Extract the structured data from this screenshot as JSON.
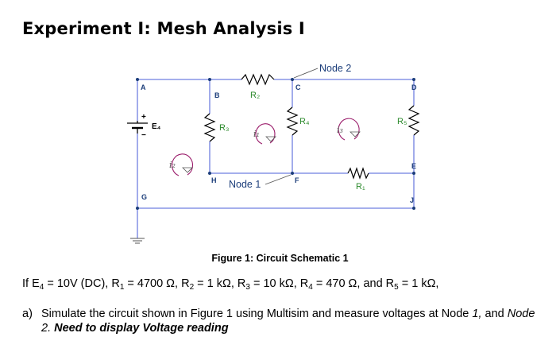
{
  "page": {
    "title": "Experiment I: Mesh Analysis I"
  },
  "diagram": {
    "node_labels": {
      "node2": "Node 2",
      "node1": "Node 1"
    },
    "point_labels": {
      "A": "A",
      "B": "B",
      "C": "C",
      "D": "D",
      "E": "E",
      "F": "F",
      "G": "G",
      "H": "H",
      "J": "J"
    },
    "resistors": {
      "R1": "R₁",
      "R2": "R₂",
      "R3": "R₃",
      "R4": "R₄",
      "R5": "R₅"
    },
    "source": {
      "label": "E₄",
      "plus": "+",
      "minus": "−"
    },
    "mesh_currents": {
      "i1": "i₁",
      "i2": "i₂",
      "i3": "i₃"
    },
    "colors": {
      "wire": "#6f7fe0",
      "node": "#1b3d7a",
      "resistor": "#2c8a2c",
      "mesh": "#9b1d6b"
    }
  },
  "figure": {
    "caption": "Figure 1: Circuit Schematic 1"
  },
  "given": {
    "p1": "If E",
    "s1": "4",
    "p2": " = 10V (DC), R",
    "s2": "1",
    "p3": " = 4700 Ω, R",
    "s3": "2",
    "p4": " = 1 kΩ, R",
    "s4": "3",
    "p5": " = 10 kΩ, R",
    "s5": "4",
    "p6": " = 470 Ω, and R",
    "s6": "5",
    "p7": " = 1 kΩ,"
  },
  "question": {
    "letter": "a)",
    "text1": "Simulate the circuit shown in Figure 1 using Multisim and measure voltages at Node ",
    "node1": "1,",
    "text2": " and ",
    "node2": "Node 2.",
    "emphasis": " Need to display Voltage reading"
  }
}
